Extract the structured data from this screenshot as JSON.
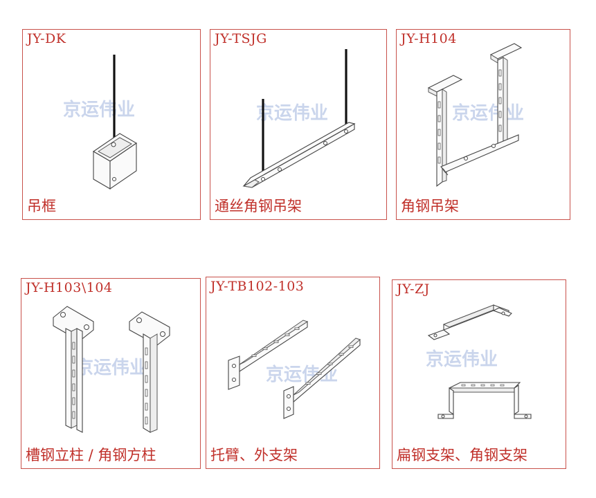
{
  "watermark": "京运伟业",
  "products": [
    {
      "code": "JY-DK",
      "caption": "吊框"
    },
    {
      "code": "JY-TSJG",
      "caption": "通丝角钢吊架"
    },
    {
      "code": "JY-H104",
      "caption": "角钢吊架"
    },
    {
      "code": "JY-H103\\104",
      "caption": "槽钢立柱 / 角钢方柱"
    },
    {
      "code": "JY-TB102-103",
      "caption": "托臂、外支架"
    },
    {
      "code": "JY-ZJ",
      "caption": "扁钢支架、角钢支架"
    }
  ],
  "colors": {
    "border": "#c8504a",
    "text": "#c0302a",
    "watermark": "#b9c8e6"
  }
}
